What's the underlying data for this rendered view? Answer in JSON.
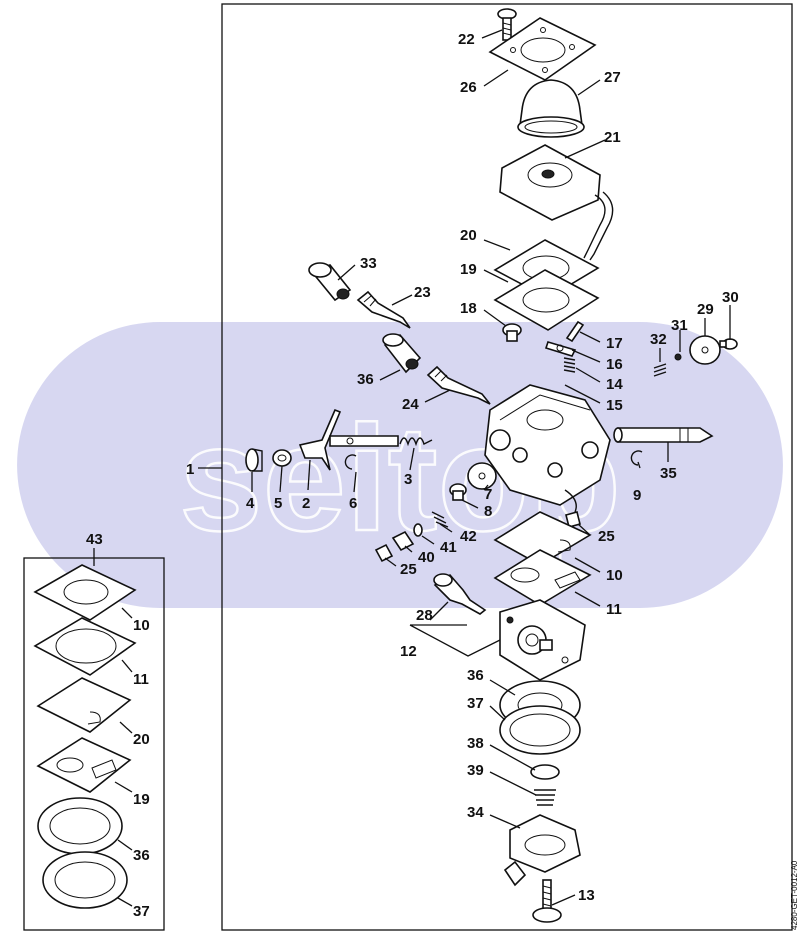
{
  "watermark": "seitop",
  "doc_code": "4280-GET-0012-A0",
  "callouts": {
    "c1": "1",
    "c2": "2",
    "c3": "3",
    "c4": "4",
    "c5": "5",
    "c6": "6",
    "c7": "7",
    "c8": "8",
    "c9": "9",
    "c10": "10",
    "c11": "11",
    "c12": "12",
    "c13": "13",
    "c14": "14",
    "c15": "15",
    "c16": "16",
    "c17": "17",
    "c18": "18",
    "c19": "19",
    "c20": "20",
    "c21": "21",
    "c22": "22",
    "c23": "23",
    "c24": "24",
    "c25a": "25",
    "c25b": "25",
    "c26": "26",
    "c27": "27",
    "c28": "28",
    "c29": "29",
    "c30": "30",
    "c31": "31",
    "c32": "32",
    "c33": "33",
    "c34": "34",
    "c35": "35",
    "c36a": "36",
    "c36b": "36",
    "c37": "37",
    "c38": "38",
    "c39": "39",
    "c40": "40",
    "c41": "41",
    "c42": "42"
  },
  "kit": {
    "label": "43",
    "items": [
      "10",
      "11",
      "20",
      "19",
      "36",
      "37"
    ]
  }
}
